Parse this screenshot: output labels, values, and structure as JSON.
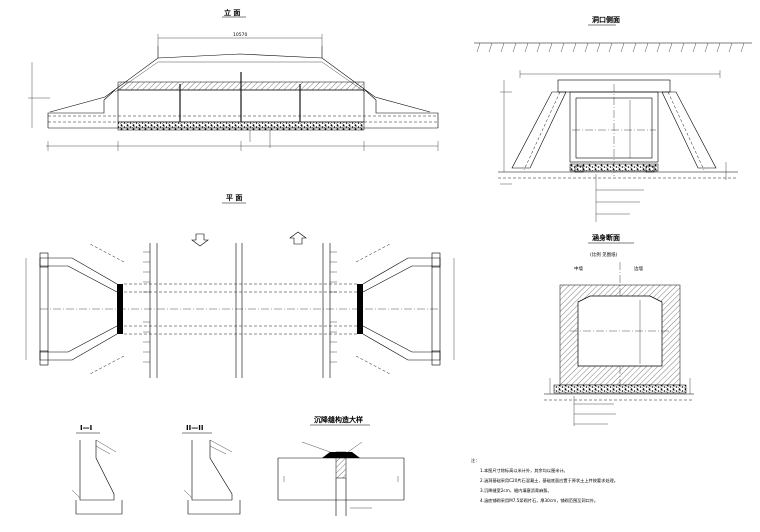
{
  "views": {
    "elevation": {
      "title": "立 面",
      "dim_top": "10570"
    },
    "plan": {
      "title": "平 面"
    },
    "portal": {
      "title": "洞口侧面"
    },
    "section": {
      "title": "涵身断面",
      "subtitle": "(比例 见图纸)",
      "left_label": "中墙",
      "right_label": "边墙"
    },
    "section_1": {
      "title": "I—I"
    },
    "section_2": {
      "title": "II—II"
    },
    "joint": {
      "title": "沉降缝构造大样"
    }
  },
  "notes": {
    "heading": "注：",
    "items": [
      "1.本图尺寸除标高以米计外，其余均以厘米计。",
      "2.涵洞基础采用C20片石混凝土，基础底面应置于原状土上并按要求处理。",
      "3.沉降缝宽2cm，缝内填塞沥青麻絮。",
      "4.涵底铺砌采用M7.5浆砌片石，厚30cm，铺砌范围至洞口外。"
    ]
  }
}
